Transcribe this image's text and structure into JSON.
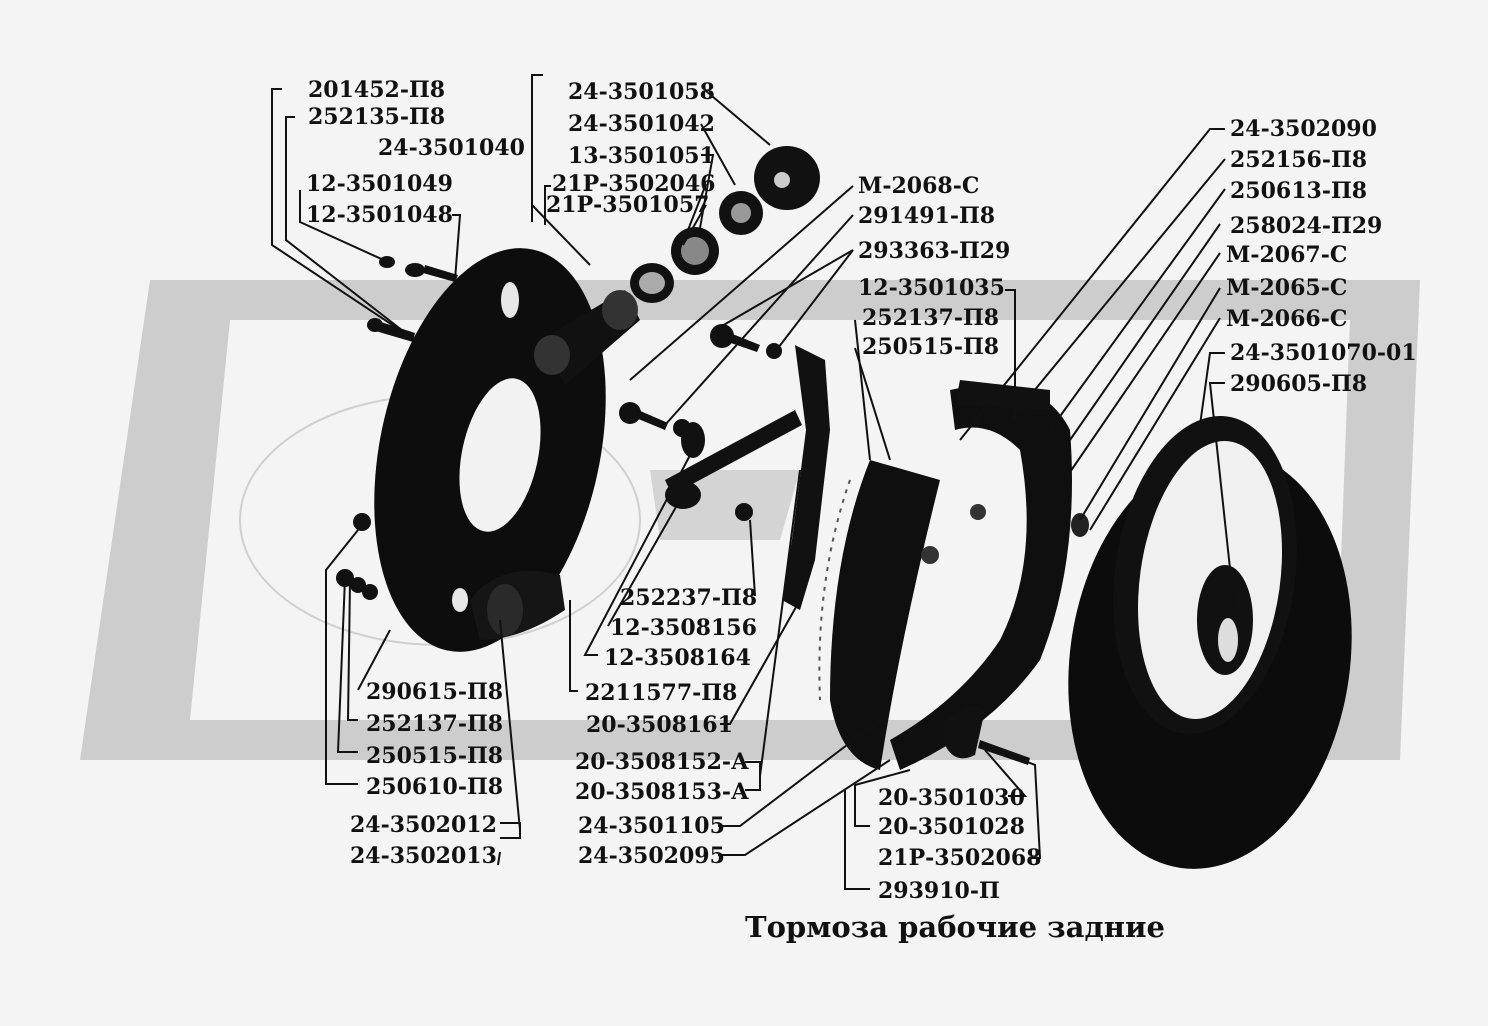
{
  "title": "Тормоза рабочие задние",
  "watermark_icon": "gaz-logo-watermark",
  "labels": {
    "l1": "201452-П8",
    "l2": "252135-П8",
    "l3": "24-3501040",
    "l4": "12-3501049",
    "l5": "12-3501048",
    "l6": "24-3501058",
    "l7": "24-3501042",
    "l8": "13-3501051",
    "l9": "21Р-3502046",
    "l10": "21Р-3501057",
    "l11": "М-2068-С",
    "l12": "291491-П8",
    "l13": "293363-П29",
    "l14": "12-3501035",
    "l15": "252137-П8",
    "l16": "250515-П8",
    "l17": "24-3502090",
    "l18": "252156-П8",
    "l19": "250613-П8",
    "l20": "258024-П29",
    "l21": "М-2067-С",
    "l22": "М-2065-С",
    "l23": "М-2066-С",
    "l24": "24-3501070-01",
    "l25": "290605-П8",
    "l26": "252237-П8",
    "l27": "12-3508156",
    "l28": "12-3508164",
    "l29": "2211577-П8",
    "l30": "20-3508161",
    "l31": "20-3508152-А",
    "l32": "20-3508153-А",
    "l33": "24-3501105",
    "l34": "24-3502095",
    "l35": "290615-П8",
    "l36": "252137-П8",
    "l37": "250515-П8",
    "l38": "250610-П8",
    "l39": "24-3502012",
    "l40": "24-3502013",
    "l41": "20-3501030",
    "l42": "20-3501028",
    "l43": "21Р-3502068",
    "l44": "293910-П"
  }
}
